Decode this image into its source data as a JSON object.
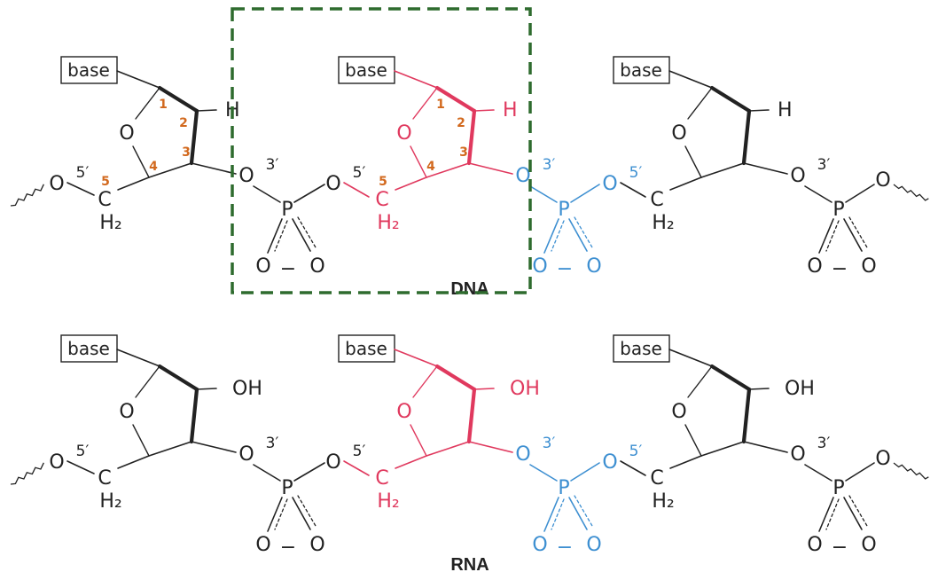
{
  "texts": {
    "base": "base",
    "O": "O",
    "H": "H",
    "OH": "OH",
    "P": "P",
    "C": "C",
    "H2": "H₂",
    "minus": "−",
    "five_prime": "5′",
    "three_prime": "3′"
  },
  "ring_numbers": [
    "1",
    "2",
    "3",
    "4",
    "5"
  ],
  "strands": [
    {
      "name": "DNA",
      "substituent": "H"
    },
    {
      "name": "RNA",
      "substituent": "OH"
    }
  ],
  "colors": {
    "black": "#222222",
    "red": "#e0395e",
    "blue": "#3d8fd1",
    "orange": "#d2691e",
    "highlight_box": "#2e6b2e"
  }
}
